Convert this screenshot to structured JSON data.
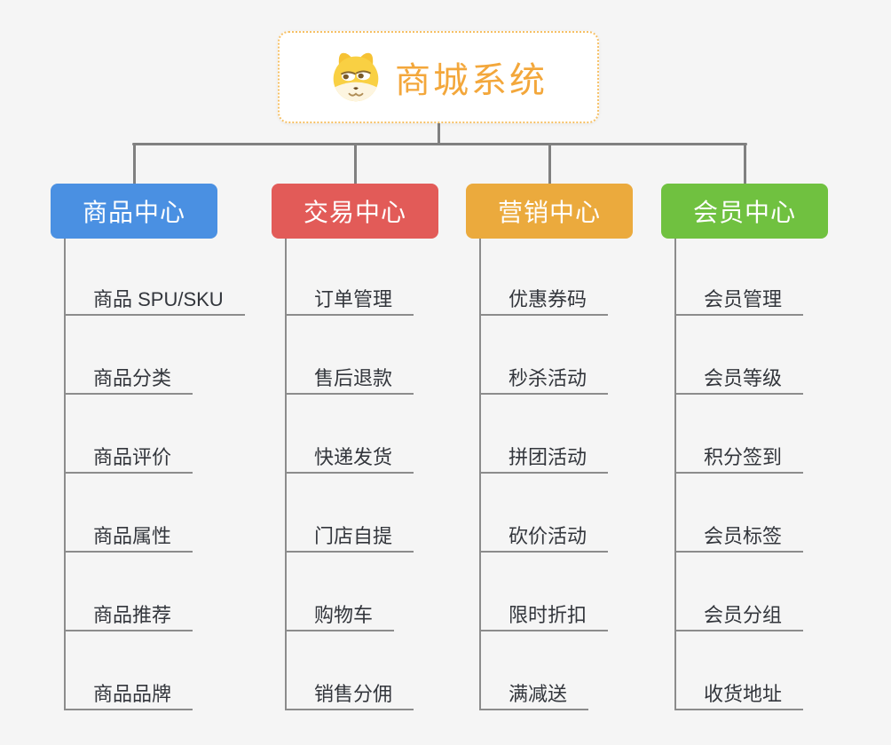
{
  "root": {
    "title": "商城系统",
    "icon": "dog-face-icon",
    "border_color": "#f6c065",
    "text_color": "#f3a73b"
  },
  "connector_color": "#808080",
  "background_color": "#f5f5f5",
  "branches": [
    {
      "label": "商品中心",
      "color": "#4a90e2",
      "children": [
        "商品 SPU/SKU",
        "商品分类",
        "商品评价",
        "商品属性",
        "商品推荐",
        "商品品牌"
      ]
    },
    {
      "label": "交易中心",
      "color": "#e25b58",
      "children": [
        "订单管理",
        "售后退款",
        "快递发货",
        "门店自提",
        "购物车",
        "销售分佣"
      ]
    },
    {
      "label": "营销中心",
      "color": "#ebaa3d",
      "children": [
        "优惠券码",
        "秒杀活动",
        "拼团活动",
        "砍价活动",
        "限时折扣",
        "满减送"
      ]
    },
    {
      "label": "会员中心",
      "color": "#70c140",
      "children": [
        "会员管理",
        "会员等级",
        "积分签到",
        "会员标签",
        "会员分组",
        "收货地址"
      ]
    }
  ]
}
